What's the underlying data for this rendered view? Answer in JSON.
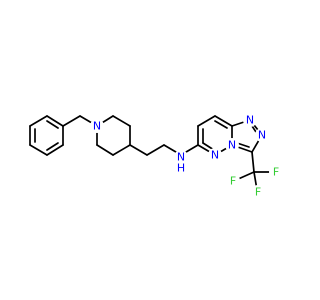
{
  "structure": {
    "atom_colors": {
      "N": "#0000ff",
      "F": "#33cc33",
      "C": "#000000"
    },
    "labels": {
      "piperidine_n": "N",
      "amine_nh": "N",
      "amine_h": "H",
      "pyridazine_n1": "N",
      "bridge_n": "N",
      "triazole_n1": "N",
      "triazole_n2": "N",
      "fluorine_1": "F",
      "fluorine_2": "F",
      "fluorine_3": "F"
    }
  }
}
